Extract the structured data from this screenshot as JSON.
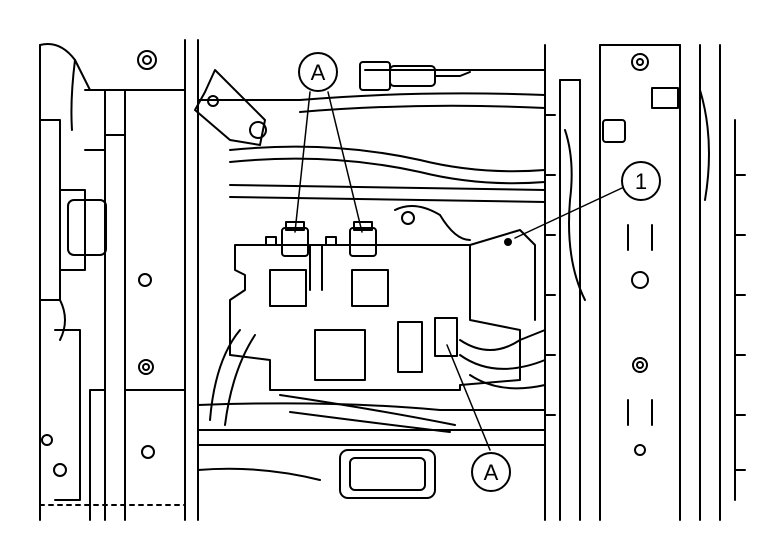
{
  "callouts": {
    "a_top_label": "A",
    "one_label": "1",
    "a_bottom_label": "A"
  },
  "colors": {
    "line": "#000000",
    "background": "#ffffff"
  }
}
